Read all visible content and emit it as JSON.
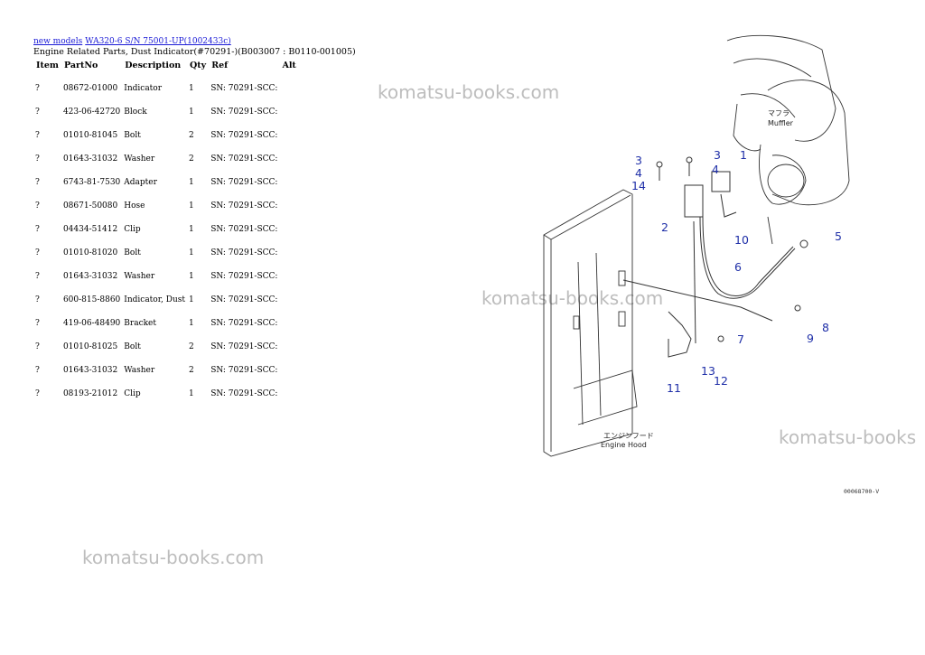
{
  "breadcrumb": {
    "link1": "new models",
    "link2": "WA320-6 S/N 75001-UP(1002433c)"
  },
  "page_title": "Engine Related Parts, Dust Indicator(#70291-)(B003007 : B0110-001005)",
  "table": {
    "headers": [
      "Item",
      "PartNo",
      "Description",
      "Qty",
      "Ref",
      "Alt"
    ],
    "rows": [
      {
        "item": "?",
        "partno": "08672-01000",
        "desc": "Indicator",
        "qty": "1",
        "ref": "SN: 70291-SCC:",
        "alt": ""
      },
      {
        "item": "?",
        "partno": "423-06-42720",
        "desc": "Block",
        "qty": "1",
        "ref": "SN: 70291-SCC:",
        "alt": ""
      },
      {
        "item": "?",
        "partno": "01010-81045",
        "desc": "Bolt",
        "qty": "2",
        "ref": "SN: 70291-SCC:",
        "alt": ""
      },
      {
        "item": "?",
        "partno": "01643-31032",
        "desc": "Washer",
        "qty": "2",
        "ref": "SN: 70291-SCC:",
        "alt": ""
      },
      {
        "item": "?",
        "partno": "6743-81-7530",
        "desc": "Adapter",
        "qty": "1",
        "ref": "SN: 70291-SCC:",
        "alt": ""
      },
      {
        "item": "?",
        "partno": "08671-50080",
        "desc": "Hose",
        "qty": "1",
        "ref": "SN: 70291-SCC:",
        "alt": ""
      },
      {
        "item": "?",
        "partno": "04434-51412",
        "desc": "Clip",
        "qty": "1",
        "ref": "SN: 70291-SCC:",
        "alt": ""
      },
      {
        "item": "?",
        "partno": "01010-81020",
        "desc": "Bolt",
        "qty": "1",
        "ref": "SN: 70291-SCC:",
        "alt": ""
      },
      {
        "item": "?",
        "partno": "01643-31032",
        "desc": "Washer",
        "qty": "1",
        "ref": "SN: 70291-SCC:",
        "alt": ""
      },
      {
        "item": "?",
        "partno": "600-815-8860",
        "desc": "Indicator, Dust",
        "qty": "1",
        "ref": "SN: 70291-SCC:",
        "alt": ""
      },
      {
        "item": "?",
        "partno": "419-06-48490",
        "desc": "Bracket",
        "qty": "1",
        "ref": "SN: 70291-SCC:",
        "alt": ""
      },
      {
        "item": "?",
        "partno": "01010-81025",
        "desc": "Bolt",
        "qty": "2",
        "ref": "SN: 70291-SCC:",
        "alt": ""
      },
      {
        "item": "?",
        "partno": "01643-31032",
        "desc": "Washer",
        "qty": "2",
        "ref": "SN: 70291-SCC:",
        "alt": ""
      },
      {
        "item": "?",
        "partno": "08193-21012",
        "desc": "Clip",
        "qty": "1",
        "ref": "SN: 70291-SCC:",
        "alt": ""
      }
    ]
  },
  "watermarks": [
    "komatsu-books.com",
    "komatsu-books.com",
    "komatsu-books",
    "komatsu-books.com"
  ],
  "diagram": {
    "callouts": [
      "1",
      "2",
      "3",
      "3",
      "4",
      "4",
      "5",
      "6",
      "7",
      "8",
      "9",
      "10",
      "11",
      "12",
      "13",
      "14"
    ],
    "muffler_jp": "マフラ",
    "muffler_en": "Muffler",
    "hood_jp": "エンジンフード",
    "hood_en": "Engine Hood",
    "code": "00068700-V"
  },
  "colors": {
    "link": "#1a1ad6",
    "callout": "#1f2fa8",
    "watermark": "#bdbdbd"
  }
}
